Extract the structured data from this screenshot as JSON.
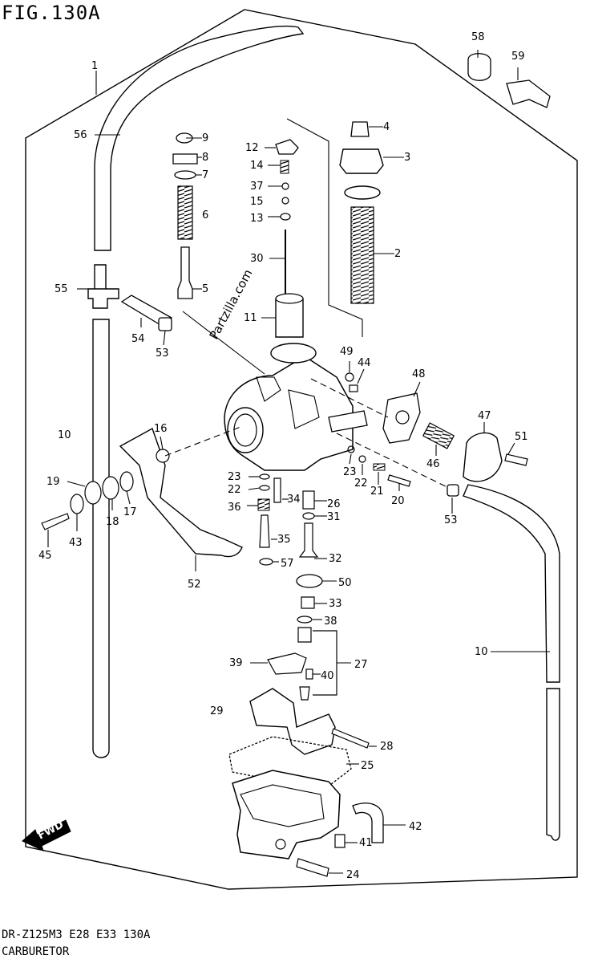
{
  "figure": {
    "title": "FIG.130A"
  },
  "footer": {
    "model_code": "DR-Z125M3 E28 E33 130A",
    "section": "CARBURETOR"
  },
  "watermark": "Partzilla.com",
  "fwd_marker": "FWD",
  "callouts": [
    {
      "id": "1",
      "label": "1"
    },
    {
      "id": "2",
      "label": "2"
    },
    {
      "id": "3",
      "label": "3"
    },
    {
      "id": "4",
      "label": "4"
    },
    {
      "id": "5",
      "label": "5"
    },
    {
      "id": "6",
      "label": "6"
    },
    {
      "id": "7",
      "label": "7"
    },
    {
      "id": "8",
      "label": "8"
    },
    {
      "id": "9",
      "label": "9"
    },
    {
      "id": "10a",
      "label": "10"
    },
    {
      "id": "10b",
      "label": "10"
    },
    {
      "id": "11",
      "label": "11"
    },
    {
      "id": "12",
      "label": "12"
    },
    {
      "id": "13",
      "label": "13"
    },
    {
      "id": "14",
      "label": "14"
    },
    {
      "id": "15",
      "label": "15"
    },
    {
      "id": "16",
      "label": "16"
    },
    {
      "id": "17",
      "label": "17"
    },
    {
      "id": "18",
      "label": "18"
    },
    {
      "id": "19",
      "label": "19"
    },
    {
      "id": "20",
      "label": "20"
    },
    {
      "id": "21",
      "label": "21"
    },
    {
      "id": "22a",
      "label": "22"
    },
    {
      "id": "22b",
      "label": "22"
    },
    {
      "id": "23a",
      "label": "23"
    },
    {
      "id": "23b",
      "label": "23"
    },
    {
      "id": "24",
      "label": "24"
    },
    {
      "id": "25",
      "label": "25"
    },
    {
      "id": "26",
      "label": "26"
    },
    {
      "id": "27",
      "label": "27"
    },
    {
      "id": "28",
      "label": "28"
    },
    {
      "id": "29",
      "label": "29"
    },
    {
      "id": "30",
      "label": "30"
    },
    {
      "id": "31",
      "label": "31"
    },
    {
      "id": "32",
      "label": "32"
    },
    {
      "id": "33",
      "label": "33"
    },
    {
      "id": "34",
      "label": "34"
    },
    {
      "id": "35",
      "label": "35"
    },
    {
      "id": "36",
      "label": "36"
    },
    {
      "id": "37",
      "label": "37"
    },
    {
      "id": "38",
      "label": "38"
    },
    {
      "id": "39",
      "label": "39"
    },
    {
      "id": "40",
      "label": "40"
    },
    {
      "id": "41",
      "label": "41"
    },
    {
      "id": "42",
      "label": "42"
    },
    {
      "id": "43",
      "label": "43"
    },
    {
      "id": "44",
      "label": "44"
    },
    {
      "id": "45",
      "label": "45"
    },
    {
      "id": "46",
      "label": "46"
    },
    {
      "id": "47",
      "label": "47"
    },
    {
      "id": "48",
      "label": "48"
    },
    {
      "id": "49",
      "label": "49"
    },
    {
      "id": "50",
      "label": "50"
    },
    {
      "id": "51",
      "label": "51"
    },
    {
      "id": "52",
      "label": "52"
    },
    {
      "id": "53a",
      "label": "53"
    },
    {
      "id": "53b",
      "label": "53"
    },
    {
      "id": "54",
      "label": "54"
    },
    {
      "id": "55",
      "label": "55"
    },
    {
      "id": "56",
      "label": "56"
    },
    {
      "id": "57",
      "label": "57"
    },
    {
      "id": "58",
      "label": "58"
    },
    {
      "id": "59",
      "label": "59"
    }
  ]
}
